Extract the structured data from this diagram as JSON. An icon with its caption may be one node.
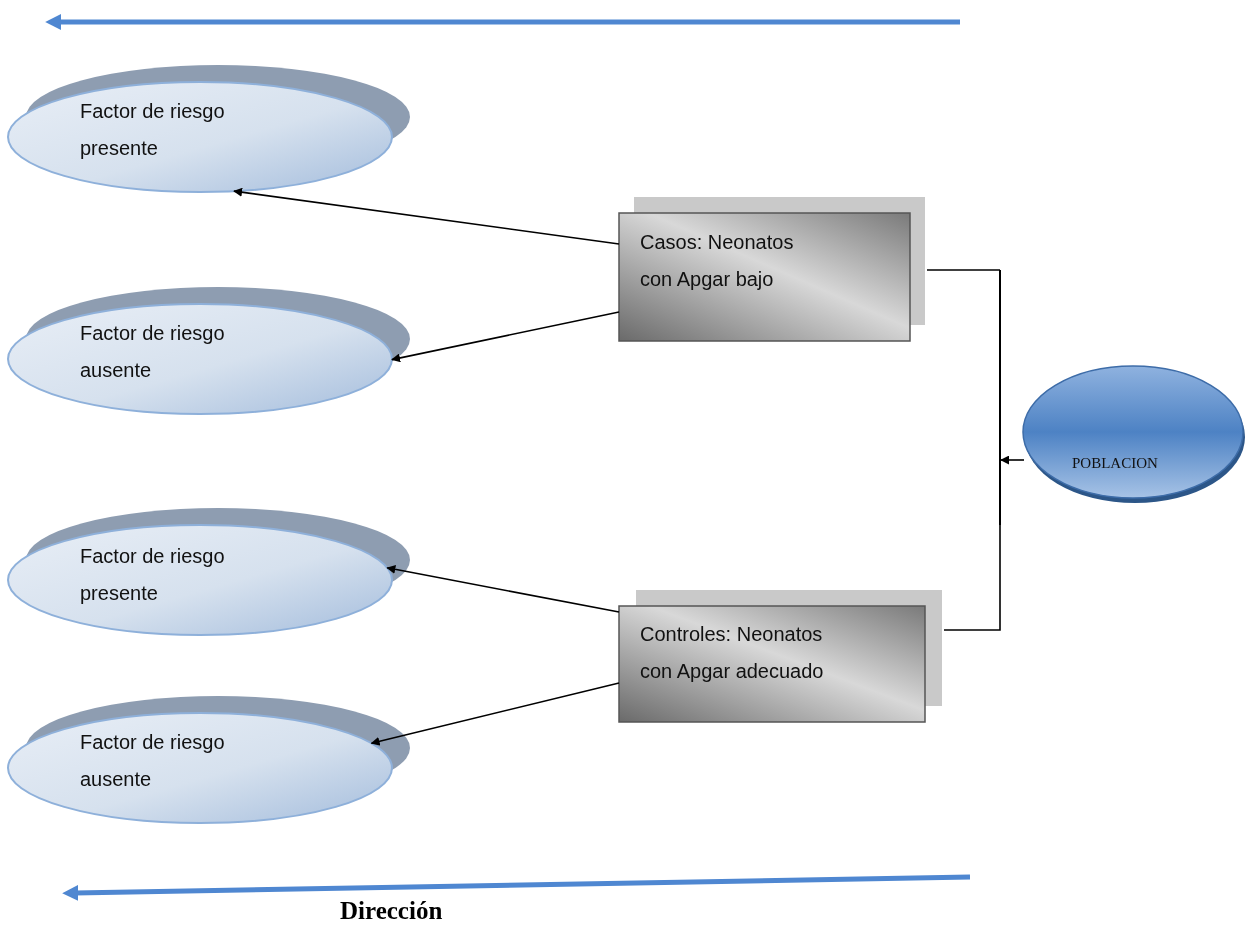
{
  "diagram": {
    "nodes": [
      {
        "text": [
          "Factor de riesgo presente"
        ]
      },
      {
        "text": [
          "Factor de riesgo ausente"
        ]
      },
      {
        "text": [
          "Factor de riesgo presente"
        ]
      },
      {
        "text": [
          "Factor de riesgo ausente"
        ]
      },
      {
        "text": [
          "Casos: Neonatos con Apgar bajo"
        ]
      },
      {
        "text": [
          "Controles: Neonatos con Apgar adecuado"
        ]
      },
      {
        "text": [
          "POBLACION"
        ]
      },
      {
        "text": [],
        "shape": "bar"
      }
    ],
    "edges": [
      {
        "from": 4,
        "to": 0,
        "arrow": "to"
      },
      {
        "from": 4,
        "to": 1,
        "arrow": "to"
      },
      {
        "from": 5,
        "to": 2,
        "arrow": "to"
      },
      {
        "from": 5,
        "to": 3,
        "arrow": "to"
      },
      {
        "from": 6,
        "to": 7,
        "arrow": "to"
      },
      {
        "from": 7,
        "to": 4,
        "arrow": "none"
      },
      {
        "from": 7,
        "to": 5,
        "arrow": "none"
      }
    ],
    "labels": [
      "Dirección"
    ]
  }
}
